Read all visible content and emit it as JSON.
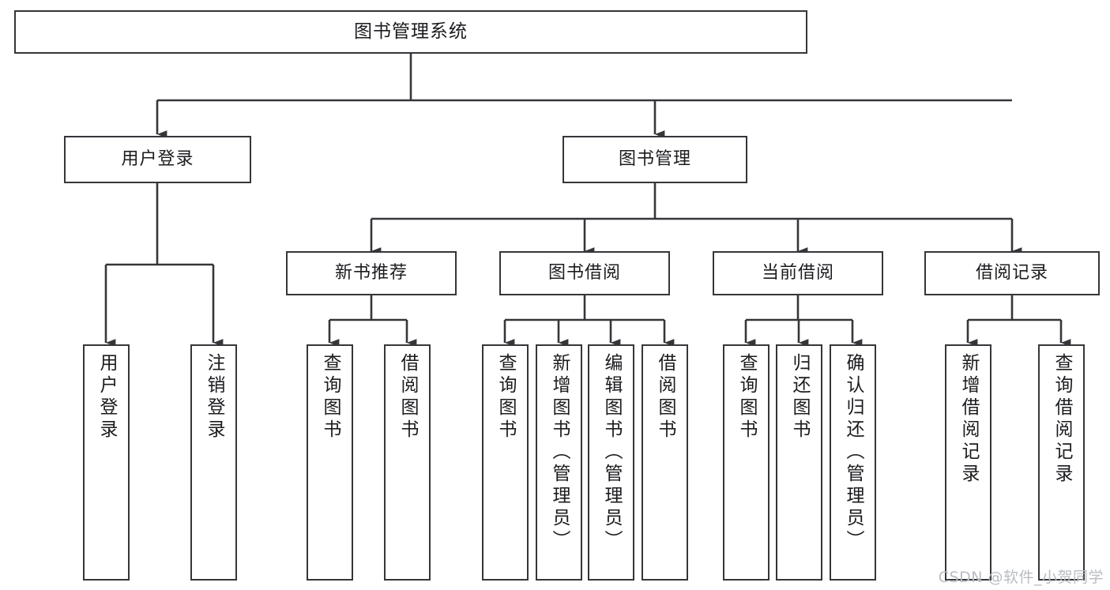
{
  "diagram": {
    "type": "tree-hierarchy-chart",
    "title": "图书管理系统",
    "orientation": "top-down",
    "colors": {
      "box_border": "#35363a",
      "box_fill": "#ffffff",
      "connector": "#35363a",
      "text": "#1b1c1f",
      "watermark": "#b9bcc2",
      "background": "#ffffff"
    },
    "nodes": {
      "root": {
        "label": "图书管理系统"
      },
      "level1": [
        {
          "label": "用户登录"
        },
        {
          "label": "图书管理"
        }
      ],
      "level2": [
        {
          "label": "新书推荐"
        },
        {
          "label": "图书借阅"
        },
        {
          "label": "当前借阅"
        },
        {
          "label": "借阅记录"
        }
      ],
      "leaves_user_login": [
        {
          "label": "用户登录"
        },
        {
          "label": "注销登录"
        }
      ],
      "leaves_new_books": [
        {
          "label": "查询图书"
        },
        {
          "label": "借阅图书"
        }
      ],
      "leaves_borrow": [
        {
          "label": "查询图书"
        },
        {
          "label": "新增图书（管理员）"
        },
        {
          "label": "编辑图书（管理员）"
        },
        {
          "label": "借阅图书"
        }
      ],
      "leaves_current": [
        {
          "label": "查询图书"
        },
        {
          "label": "归还图书"
        },
        {
          "label": "确认归还（管理员）"
        }
      ],
      "leaves_records": [
        {
          "label": "新增借阅记录"
        },
        {
          "label": "查询借阅记录"
        }
      ]
    },
    "watermark": "CSDN @软件_小贺同学"
  }
}
